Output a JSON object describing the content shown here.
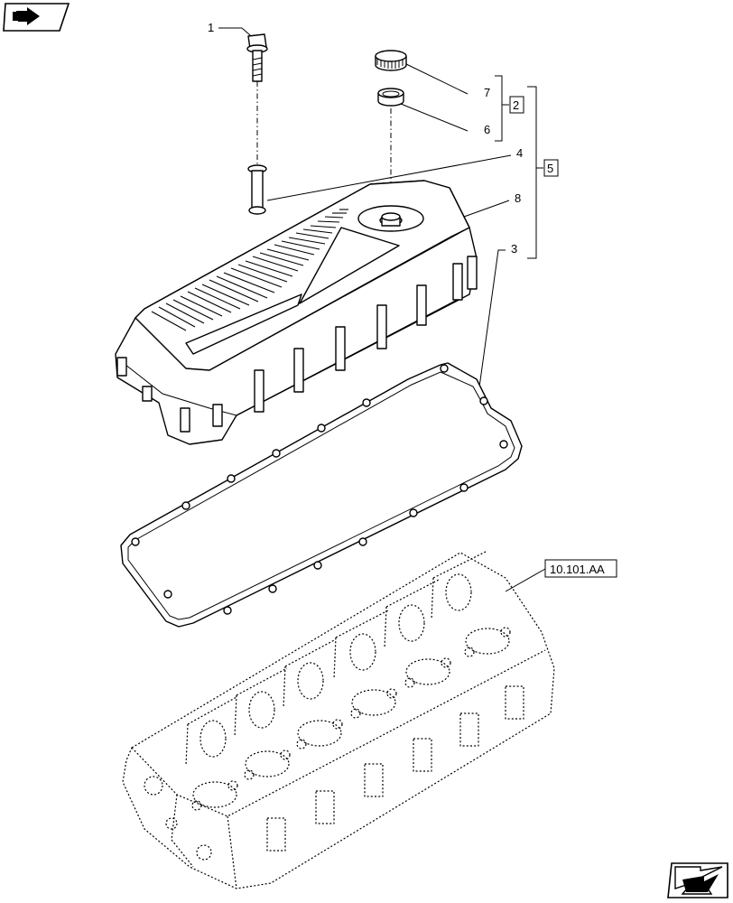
{
  "callouts": {
    "c1": "1",
    "c7": "7",
    "c2": "2",
    "c6": "6",
    "c4": "4",
    "c5": "5",
    "c8": "8",
    "c3": "3",
    "ref": "10.101.AA"
  },
  "icons": {
    "top_left": "folder-arrow-icon",
    "bottom_right": "next-page-arrow-icon"
  }
}
